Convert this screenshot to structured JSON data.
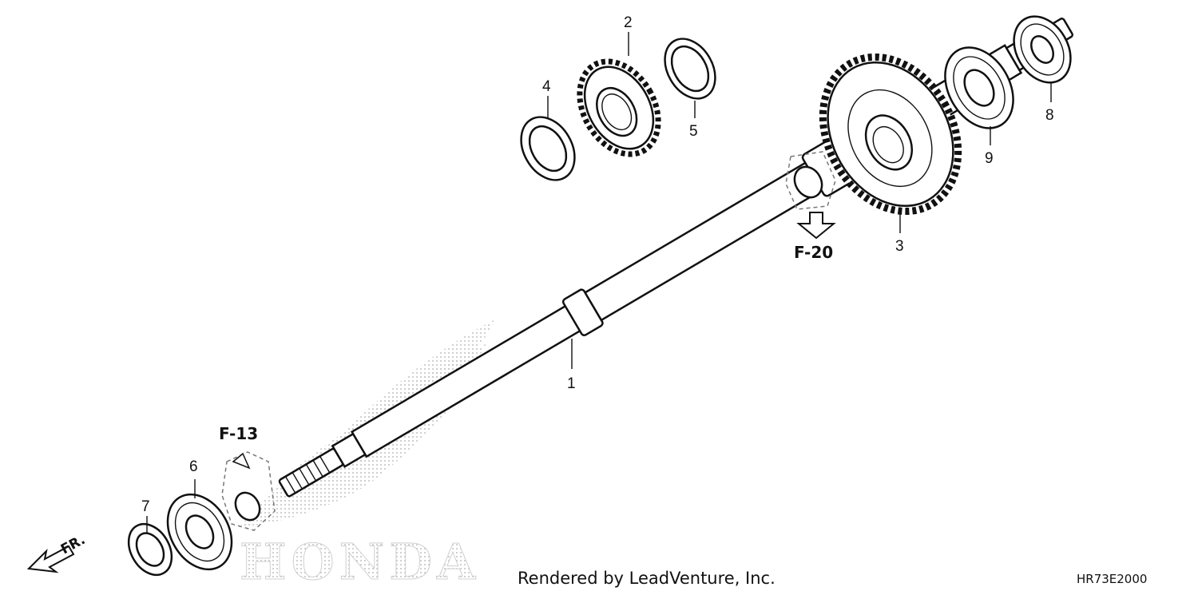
{
  "credit": "Rendered by LeadVenture, Inc.",
  "drawing_code": "HR73E2000",
  "watermark_text": "HONDA",
  "direction_label": "FR.",
  "references": {
    "f13": "F-13",
    "f20": "F-20"
  },
  "callouts": {
    "p1": "1",
    "p2": "2",
    "p3": "3",
    "p4": "4",
    "p5": "5",
    "p6": "6",
    "p7": "7",
    "p8": "8",
    "p9": "9"
  }
}
